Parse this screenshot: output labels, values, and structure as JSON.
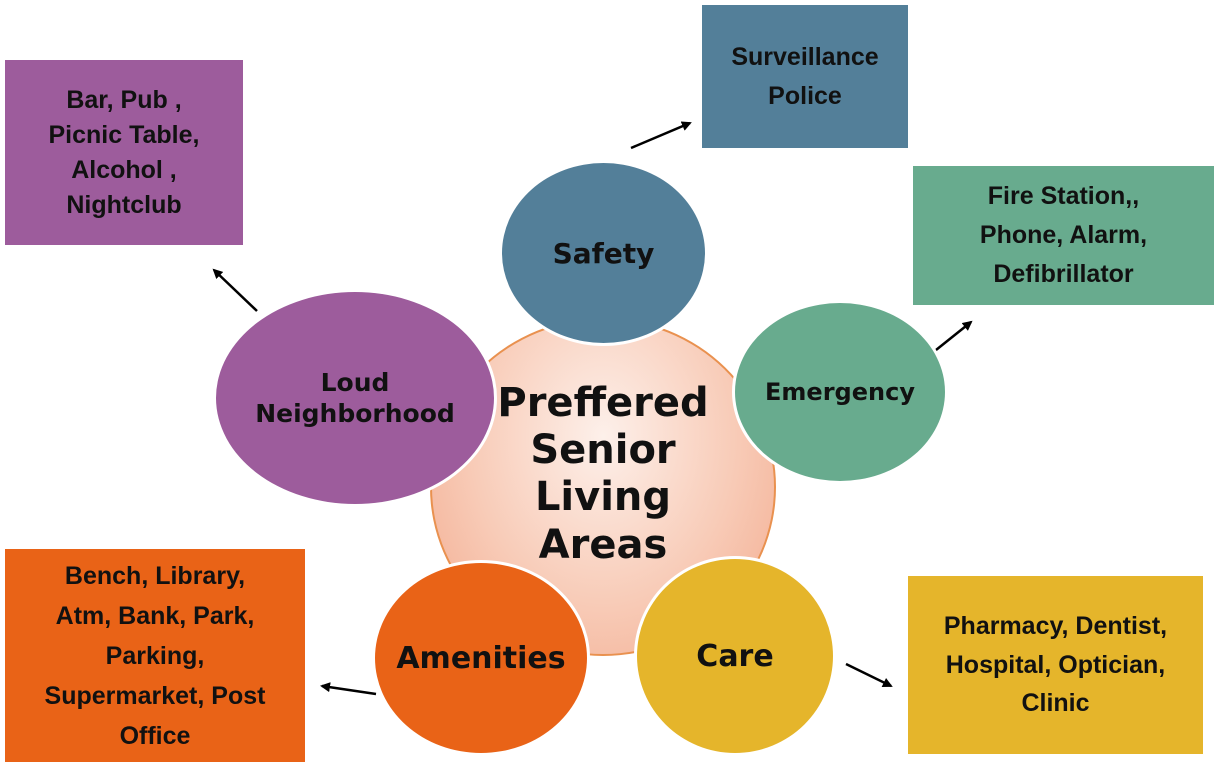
{
  "center": {
    "label": "Preffered\nSenior\nLiving\nAreas"
  },
  "nodes": [
    {
      "id": "safety",
      "label": "Safety",
      "color": "#537f99",
      "detail": "Surveillance\nPolice",
      "detail_color": "#537f99"
    },
    {
      "id": "emergency",
      "label": "Emergency",
      "color": "#68ab8e",
      "detail": "Fire Station,,\nPhone, Alarm,\nDefibrillator",
      "detail_color": "#68ab8e"
    },
    {
      "id": "care",
      "label": "Care",
      "color": "#e5b52b",
      "detail": "Pharmacy, Dentist,\nHospital, Optician,\nClinic",
      "detail_color": "#e5b52b"
    },
    {
      "id": "amenities",
      "label": "Amenities",
      "color": "#e96317",
      "detail": "Bench, Library,\nAtm, Bank, Park,\nParking,\nSupermarket, Post\nOffice",
      "detail_color": "#e96317"
    },
    {
      "id": "loud",
      "label": "Loud\nNeighborhood",
      "color": "#9d5c9c",
      "detail": "Bar, Pub ,\nPicnic Table,\nAlcohol ,\nNightclub",
      "detail_color": "#9d5c9c"
    }
  ]
}
